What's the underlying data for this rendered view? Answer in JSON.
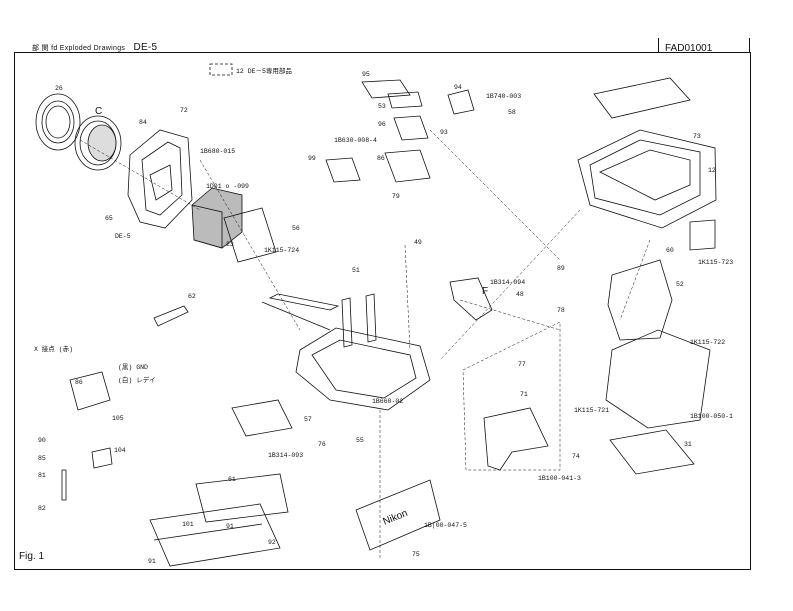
{
  "header": {
    "title": "部 関 fd   Exploded Drawings",
    "model": "DE-5",
    "doc_number": "FAD01001"
  },
  "figure_label": "Fig. 1",
  "legend_note": "12  DE－5専用部品",
  "callouts": {
    "c26": "26",
    "cC": "C",
    "c72": "72",
    "c84": "84",
    "c1B680": "1B680-015",
    "c1D01": "1D01 o -099",
    "c65": "65",
    "cDE5": "DE-5",
    "c23": "23",
    "c56": "56",
    "c95": "95",
    "c94": "94",
    "c1B740": "1B740-003",
    "c53": "53",
    "c58": "58",
    "c96": "96",
    "c93": "93",
    "c1B630": "1B630-008-4",
    "c99": "99",
    "c86": "86",
    "c79": "79",
    "c1K724": "1K115-724",
    "c49": "49",
    "c51": "51",
    "c1B314a": "1B314-094",
    "cF": "F",
    "c48": "48",
    "c62": "62",
    "c89": "89",
    "c78": "78",
    "c73": "73",
    "c12": "12",
    "c60": "60",
    "c52": "52",
    "c1K723": "1K115-723",
    "cXlabel": "X 接点 (赤)",
    "cGnd": "(黒) GND",
    "cWhite": "(白) レデイ",
    "c86b": "86",
    "c105": "105",
    "c90": "90",
    "c85": "85",
    "c81": "81",
    "c82": "82",
    "c104": "104",
    "c1B660": "1B660-02",
    "c1B314b": "1B314-093",
    "c55": "55",
    "c76": "76",
    "c57": "57",
    "c77": "77",
    "c71": "71",
    "c1K722": "1K115-722",
    "c1K721": "1K115-721",
    "c1B100a": "1B100-050-1",
    "c31": "31",
    "c74": "74",
    "c1B100b": "1B100-041-3",
    "c61": "61",
    "c101": "101",
    "c91": "91",
    "c92": "92",
    "c91b": "91",
    "c1B100c": "1B|00-047-5",
    "c75": "75",
    "cNikon": "Nikon"
  }
}
